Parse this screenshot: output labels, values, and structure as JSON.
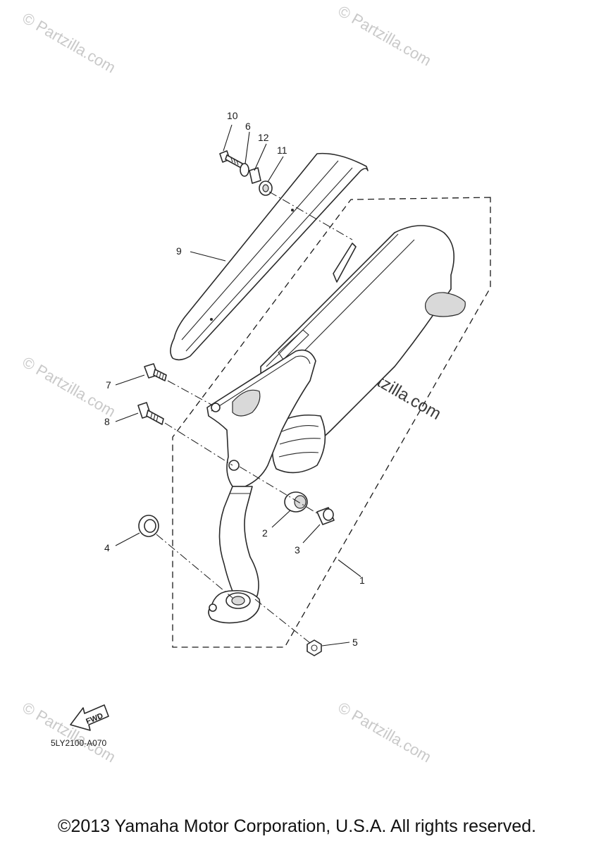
{
  "watermarks": {
    "small": "© Partzilla.com",
    "large": "© Partzilla.com"
  },
  "callouts": {
    "p1": "1",
    "p2": "2",
    "p3": "3",
    "p4": "4",
    "p5": "5",
    "p6": "6",
    "p7": "7",
    "p8": "8",
    "p9": "9",
    "p10": "10",
    "p11": "11",
    "p12": "12"
  },
  "fwd_label": "FWD",
  "diagram_code": "5LY2100-A070",
  "copyright": "©2013 Yamaha Motor Corporation, U.S.A. All rights reserved."
}
